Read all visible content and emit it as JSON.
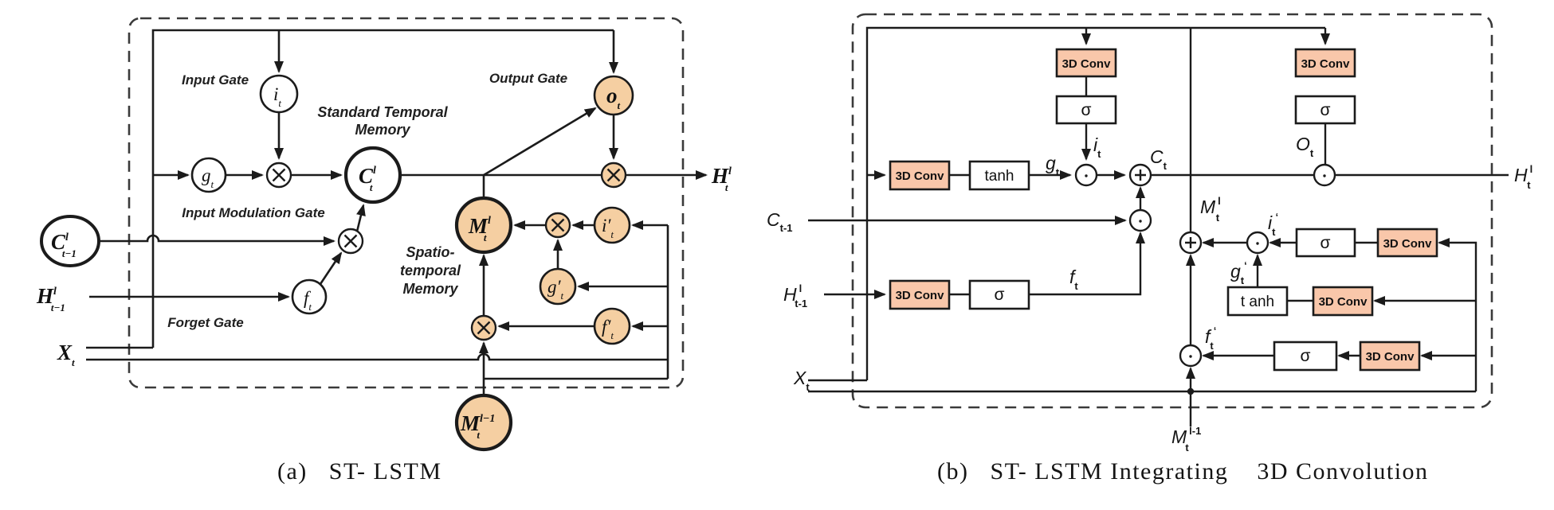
{
  "captions": {
    "a": "(a)   ST- LSTM",
    "b": "(b)   ST- LSTM Integrating    3D Convolution"
  },
  "colors": {
    "node_orange": "#F5CFA2",
    "conv_pink": "#F9C7AA",
    "line": "#1b1b1b",
    "white": "#ffffff"
  },
  "panel_a": {
    "labels": {
      "input_gate": "Input Gate",
      "output_gate": "Output Gate",
      "input_modulation_gate": "Input Modulation Gate",
      "forget_gate": "Forget Gate",
      "std_mem_line1": "Standard Temporal",
      "std_mem_line2": "Memory",
      "spatio_line1": "Spatio-",
      "spatio_line2": "temporal",
      "spatio_line3": "Memory"
    },
    "nodes": {
      "input_gate": {
        "base": "i",
        "sub": "t"
      },
      "modulation": {
        "base": "g",
        "sub": "t"
      },
      "output_gate": {
        "base": "o",
        "sub": "t"
      },
      "forget": {
        "base": "f",
        "sub": "t"
      },
      "input_gate_prime": {
        "base": "i′",
        "sub": "t"
      },
      "modulation_prime": {
        "base": "g′",
        "sub": "t"
      },
      "forget_prime": {
        "base": "f′",
        "sub": "t"
      },
      "cell": {
        "base": "C",
        "sup": "l",
        "sub": "t"
      },
      "spatial_mem": {
        "base": "M",
        "sup": "l",
        "sub": "t"
      },
      "cell_prev": {
        "base": "C",
        "sup": "l",
        "sub": "t−1"
      },
      "spatial_mem_below": {
        "base": "M",
        "sup": "l−1",
        "sub": "t"
      }
    },
    "io": {
      "hidden_prev": {
        "base": "H",
        "sup": "l",
        "sub": "t−1"
      },
      "input": {
        "base": "X",
        "sub": "t"
      },
      "hidden_out": {
        "base": "H",
        "sup": "l",
        "sub": "t"
      }
    }
  },
  "panel_b": {
    "boxes": {
      "conv": "3D Conv",
      "sigma": "σ",
      "tanh": "tanh",
      "tanh_spaced": "t anh"
    },
    "labels": {
      "i": {
        "base": "i",
        "sub": "t"
      },
      "g": {
        "base": "g",
        "sub": "t"
      },
      "f": {
        "base": "f",
        "sub": "t"
      },
      "c": {
        "base": "C",
        "sub": "t"
      },
      "o": {
        "base": "O",
        "sub": "t"
      },
      "m": {
        "base": "M",
        "sup": "l",
        "sub": "t"
      },
      "i_prime": {
        "base": "i",
        "sub": "t",
        "sup": "‘"
      },
      "g_prime": {
        "base": "g",
        "sub": "t",
        "sup": "‘"
      },
      "f_prime": {
        "base": "f",
        "sub": "t",
        "sup": "‘"
      },
      "c_prev": {
        "base": "C",
        "sub": "t-1"
      },
      "h_prev": {
        "base": "H",
        "sup": "l",
        "sub": "t-1"
      },
      "x": {
        "base": "X",
        "sub": "t"
      },
      "h_out": {
        "base": "H",
        "sup": "l",
        "sub": "t"
      },
      "m_prev": {
        "base": "M",
        "sup": "l-1",
        "sub": "t"
      }
    }
  }
}
